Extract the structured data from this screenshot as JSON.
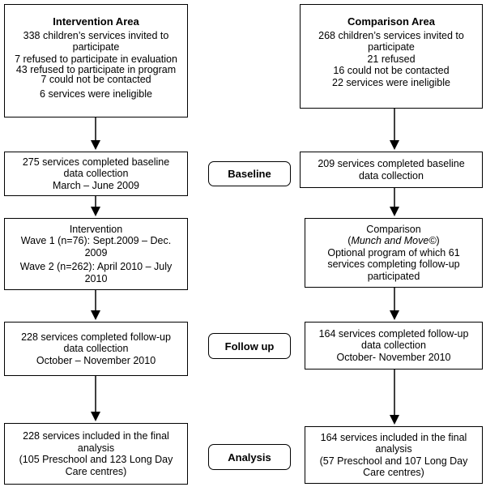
{
  "left": {
    "enrolment": {
      "title": "Intervention Area",
      "lines": [
        "338 children’s services invited to",
        "participate",
        "7 refused to participate in evaluation",
        "43 refused to participate in program",
        "7 could not be contacted",
        "6 services were ineligible"
      ]
    },
    "baseline": [
      "275 services completed baseline",
      "data collection",
      "March – June 2009"
    ],
    "intervention": [
      "Intervention",
      "Wave 1 (n=76): Sept.2009 – Dec.",
      "2009",
      "Wave 2 (n=262): April 2010 – July",
      "2010"
    ],
    "followup": [
      "228 services completed follow-up",
      "data collection",
      "October – November 2010"
    ],
    "analysis": [
      "228 services included in the final",
      "analysis",
      "(105 Preschool and 123 Long Day",
      "Care centres)"
    ]
  },
  "right": {
    "enrolment": {
      "title": "Comparison Area",
      "lines": [
        "268 children’s services invited to",
        "participate",
        "21 refused",
        "16 could not be contacted",
        "22 services were ineligible"
      ]
    },
    "baseline": [
      "209 services completed baseline",
      "data collection"
    ],
    "comparison": {
      "line1": "Comparison",
      "line2_program": "Munch and Move©",
      "line3": "Optional program of which 61",
      "line4": "services completing follow-up",
      "line5": "participated"
    },
    "followup": [
      "164 services completed follow-up",
      "data collection",
      "October- November 2010"
    ],
    "analysis": [
      "164 services included in the final",
      "analysis",
      "(57 Preschool and 107 Long Day",
      "Care centres)"
    ]
  },
  "stages": {
    "baseline": "Baseline",
    "followup": "Follow up",
    "analysis": "Analysis"
  }
}
